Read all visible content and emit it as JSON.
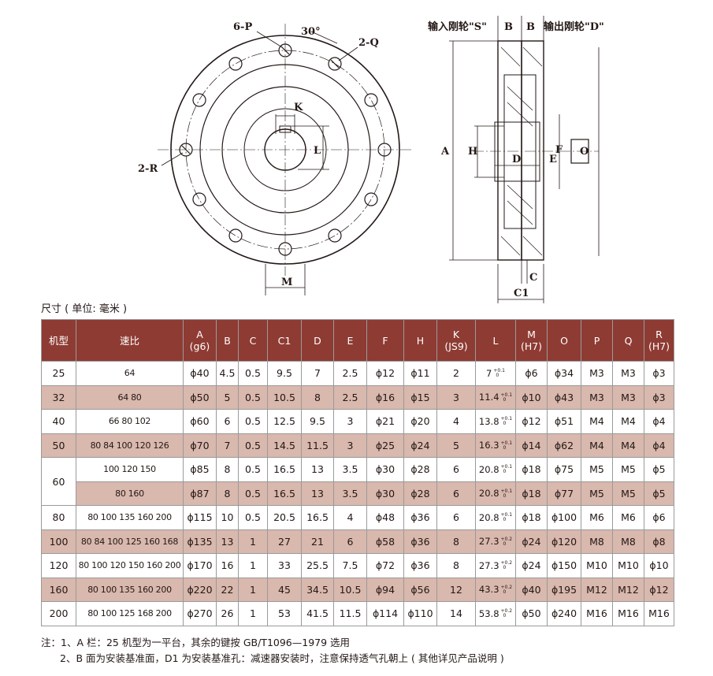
{
  "drawing": {
    "front_labels": {
      "six_p": "6-P",
      "angle": "30°",
      "two_q": "2-Q",
      "k": "K",
      "l": "L",
      "two_r": "2-R",
      "m": "M"
    },
    "side_labels": {
      "input_spline": "输入刚轮\"S\"",
      "b1": "B",
      "b2": "B",
      "output_spline": "输出刚轮\"D\"",
      "a": "A",
      "h": "H",
      "d": "D",
      "e": "E",
      "f": "F",
      "o": "O",
      "c": "C",
      "c1": "C1"
    }
  },
  "caption": "尺寸 ( 单位: 毫米 )",
  "table": {
    "headers": [
      {
        "key": "model",
        "line1": "机型",
        "line2": ""
      },
      {
        "key": "ratio",
        "line1": "速比",
        "line2": ""
      },
      {
        "key": "A",
        "line1": "A",
        "line2": "(g6)"
      },
      {
        "key": "B",
        "line1": "B",
        "line2": ""
      },
      {
        "key": "C",
        "line1": "C",
        "line2": ""
      },
      {
        "key": "C1",
        "line1": "C1",
        "line2": ""
      },
      {
        "key": "D",
        "line1": "D",
        "line2": ""
      },
      {
        "key": "E",
        "line1": "E",
        "line2": ""
      },
      {
        "key": "F",
        "line1": "F",
        "line2": ""
      },
      {
        "key": "H",
        "line1": "H",
        "line2": ""
      },
      {
        "key": "K",
        "line1": "K",
        "line2": "(JS9)"
      },
      {
        "key": "L",
        "line1": "L",
        "line2": ""
      },
      {
        "key": "M",
        "line1": "M",
        "line2": "(H7)"
      },
      {
        "key": "O",
        "line1": "O",
        "line2": ""
      },
      {
        "key": "P",
        "line1": "P",
        "line2": ""
      },
      {
        "key": "Q",
        "line1": "Q",
        "line2": ""
      },
      {
        "key": "R",
        "line1": "R",
        "line2": "(H7)"
      }
    ],
    "rows": [
      {
        "model": "25",
        "ratio": "64",
        "A": "ϕ40",
        "B": "4.5",
        "C": "0.5",
        "C1": "9.5",
        "D": "7",
        "E": "2.5",
        "F": "ϕ12",
        "H": "ϕ11",
        "K": "2",
        "L": "7",
        "L_tol_upper": "+0.1",
        "L_tol_lower": "0",
        "M": "ϕ6",
        "O": "ϕ34",
        "P": "M3",
        "Q": "M3",
        "R": "ϕ3"
      },
      {
        "model": "32",
        "ratio": "64 80",
        "A": "ϕ50",
        "B": "5",
        "C": "0.5",
        "C1": "10.5",
        "D": "8",
        "E": "2.5",
        "F": "ϕ16",
        "H": "ϕ15",
        "K": "3",
        "L": "11.4",
        "L_tol_upper": "+0.1",
        "L_tol_lower": "0",
        "M": "ϕ10",
        "O": "ϕ43",
        "P": "M3",
        "Q": "M3",
        "R": "ϕ3"
      },
      {
        "model": "40",
        "ratio": "66 80 102",
        "A": "ϕ60",
        "B": "6",
        "C": "0.5",
        "C1": "12.5",
        "D": "9.5",
        "E": "3",
        "F": "ϕ21",
        "H": "ϕ20",
        "K": "4",
        "L": "13.8",
        "L_tol_upper": "+0.1",
        "L_tol_lower": "0",
        "M": "ϕ12",
        "O": "ϕ51",
        "P": "M4",
        "Q": "M4",
        "R": "ϕ4"
      },
      {
        "model": "50",
        "ratio": "80 84 100 120 126",
        "A": "ϕ70",
        "B": "7",
        "C": "0.5",
        "C1": "14.5",
        "D": "11.5",
        "E": "3",
        "F": "ϕ25",
        "H": "ϕ24",
        "K": "5",
        "L": "16.3",
        "L_tol_upper": "+0.1",
        "L_tol_lower": "0",
        "M": "ϕ14",
        "O": "ϕ62",
        "P": "M4",
        "Q": "M4",
        "R": "ϕ4"
      },
      {
        "model": "60",
        "ratio": "100 120 150",
        "A": "ϕ85",
        "B": "8",
        "C": "0.5",
        "C1": "16.5",
        "D": "13",
        "E": "3.5",
        "F": "ϕ30",
        "H": "ϕ28",
        "K": "6",
        "L": "20.8",
        "L_tol_upper": "+0.1",
        "L_tol_lower": "0",
        "M": "ϕ18",
        "O": "ϕ75",
        "P": "M5",
        "Q": "M5",
        "R": "ϕ5"
      },
      {
        "model": "",
        "ratio": "80 160",
        "A": "ϕ87",
        "B": "8",
        "C": "0.5",
        "C1": "16.5",
        "D": "13",
        "E": "3.5",
        "F": "ϕ30",
        "H": "ϕ28",
        "K": "6",
        "L": "20.8",
        "L_tol_upper": "+0.1",
        "L_tol_lower": "0",
        "M": "ϕ18",
        "O": "ϕ77",
        "P": "M5",
        "Q": "M5",
        "R": "ϕ5"
      },
      {
        "model": "80",
        "ratio": "80 100 135 160 200",
        "A": "ϕ115",
        "B": "10",
        "C": "0.5",
        "C1": "20.5",
        "D": "16.5",
        "E": "4",
        "F": "ϕ48",
        "H": "ϕ36",
        "K": "6",
        "L": "20.8",
        "L_tol_upper": "+0.1",
        "L_tol_lower": "0",
        "M": "ϕ18",
        "O": "ϕ100",
        "P": "M6",
        "Q": "M6",
        "R": "ϕ6"
      },
      {
        "model": "100",
        "ratio": "80 84 100 125 160 168",
        "A": "ϕ135",
        "B": "13",
        "C": "1",
        "C1": "27",
        "D": "21",
        "E": "6",
        "F": "ϕ58",
        "H": "ϕ36",
        "K": "8",
        "L": "27.3",
        "L_tol_upper": "+0.2",
        "L_tol_lower": "0",
        "M": "ϕ24",
        "O": "ϕ120",
        "P": "M8",
        "Q": "M8",
        "R": "ϕ8"
      },
      {
        "model": "120",
        "ratio": "80 100 120 150 160 200",
        "A": "ϕ170",
        "B": "16",
        "C": "1",
        "C1": "33",
        "D": "25.5",
        "E": "7.5",
        "F": "ϕ72",
        "H": "ϕ36",
        "K": "8",
        "L": "27.3",
        "L_tol_upper": "+0.2",
        "L_tol_lower": "0",
        "M": "ϕ24",
        "O": "ϕ150",
        "P": "M10",
        "Q": "M10",
        "R": "ϕ10"
      },
      {
        "model": "160",
        "ratio": "80 100 135 160 200",
        "A": "ϕ220",
        "B": "22",
        "C": "1",
        "C1": "45",
        "D": "34.5",
        "E": "10.5",
        "F": "ϕ94",
        "H": "ϕ56",
        "K": "12",
        "L": "43.3",
        "L_tol_upper": "+0.2",
        "L_tol_lower": "0",
        "M": "ϕ40",
        "O": "ϕ195",
        "P": "M12",
        "Q": "M12",
        "R": "ϕ12"
      },
      {
        "model": "200",
        "ratio": "80 100 125 168 200",
        "A": "ϕ270",
        "B": "26",
        "C": "1",
        "C1": "53",
        "D": "41.5",
        "E": "11.5",
        "F": "ϕ114",
        "H": "ϕ110",
        "K": "14",
        "L": "53.8",
        "L_tol_upper": "+0.2",
        "L_tol_lower": "0",
        "M": "ϕ50",
        "O": "ϕ240",
        "P": "M16",
        "Q": "M16",
        "R": "M16"
      }
    ]
  },
  "notes": [
    "注：1、A 栏：25 机型为一平台，其余的键按 GB/T1096—1979 选用",
    "2、B 面为安装基准面，D1 为安装基准孔：减速器安装时，注意保持透气孔朝上 ( 其他详见产品说明 )"
  ]
}
